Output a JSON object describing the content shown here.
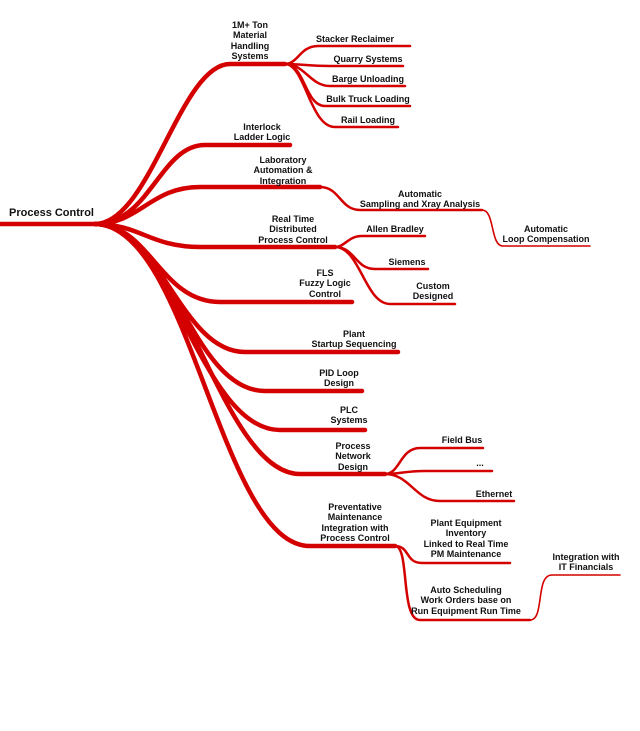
{
  "root": {
    "label": "Process Control"
  },
  "colors": {
    "branch": "#d40000",
    "text": "#111111"
  },
  "nodes": {
    "material": {
      "label": "1M+ Ton\nMaterial\nHandling\nSystems",
      "children": [
        "Stacker Reclaimer",
        "Quarry Systems",
        "Barge Unloading",
        "Bulk Truck Loading",
        "Rail Loading"
      ]
    },
    "interlock": {
      "label": "Interlock\nLadder Logic"
    },
    "laboratory": {
      "label": "Laboratory\nAutomation &\nIntegration",
      "child": "Automatic\nSampling and Xray Analysis",
      "grandchild": "Automatic\nLoop Compensation"
    },
    "realtime": {
      "label": "Real Time\nDistributed\nProcess Control",
      "children": [
        "Allen Bradley",
        "Siemens",
        "Custom\nDesigned"
      ]
    },
    "fls": {
      "label": "FLS\nFuzzy Logic\nControl"
    },
    "startup": {
      "label": "Plant\nStartup Sequencing"
    },
    "pid": {
      "label": "PID Loop\nDesign"
    },
    "plc": {
      "label": "PLC\nSystems"
    },
    "network": {
      "label": "Process\nNetwork\nDesign",
      "children": [
        "Field Bus",
        "...",
        "Ethernet"
      ]
    },
    "maintenance": {
      "label": "Preventative\nMaintenance\nIntegration with\nProcess Control",
      "children": [
        "Plant Equipment\nInventory\nLinked to Real Time\nPM Maintenance",
        "Auto Scheduling\nWork Orders base on\nRun Equipment Run Time"
      ],
      "grandchild": "Integration with\nIT Financials"
    }
  }
}
